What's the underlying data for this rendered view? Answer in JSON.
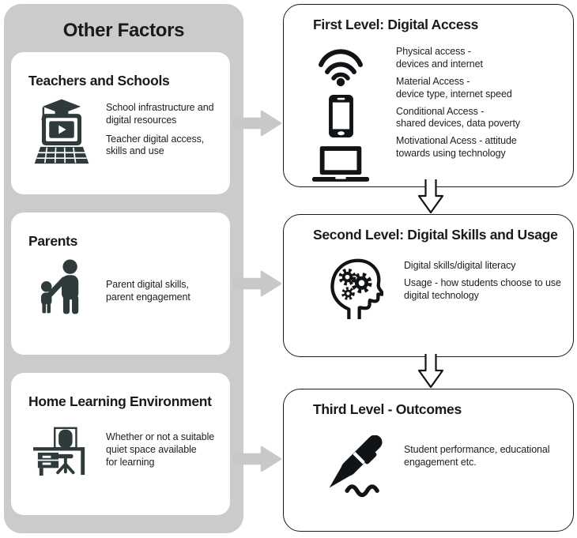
{
  "colors": {
    "panel_gray": "#cbcbcb",
    "arrow_gray": "#c8c8c8",
    "left_icon": "#2f3a3b",
    "right_icon": "#111417",
    "ink": "#1d1d1b",
    "box_border": "#1a1a1a",
    "card_bg": "#ffffff"
  },
  "left_panel": {
    "title": "Other Factors",
    "cards": [
      {
        "title": "Teachers and Schools",
        "icon": "laptop-education-icon",
        "lines": [
          "School infrastructure and\ndigital resources",
          "Teacher digital access,\nskills and use"
        ]
      },
      {
        "title": "Parents",
        "icon": "parent-child-icon",
        "lines": [
          "Parent digital skills,\nparent engagement"
        ]
      },
      {
        "title": "Home Learning Environment",
        "icon": "desk-chair-icon",
        "lines": [
          "Whether or not a suitable\nquiet space available\nfor learning"
        ]
      }
    ]
  },
  "right_boxes": [
    {
      "title": "First Level: Digital Access",
      "icons": [
        "wifi-icon",
        "smartphone-icon",
        "laptop-icon"
      ],
      "items": [
        "Physical access -\ndevices and internet",
        "Material Access -\ndevice type, internet speed",
        "Conditional Access -\nshared devices, data poverty",
        "Motivational Acess - attitude\ntowards using technology"
      ]
    },
    {
      "title": "Second Level: Digital Skills and Usage",
      "icons": [
        "head-gears-icon"
      ],
      "items": [
        "Digital skills/digital literacy",
        "Usage - how students choose to use\ndigital technology"
      ]
    },
    {
      "title": "Third Level - Outcomes",
      "icons": [
        "pen-writing-icon"
      ],
      "items": [
        "Student performance, educational\nengagement etc."
      ]
    }
  ]
}
